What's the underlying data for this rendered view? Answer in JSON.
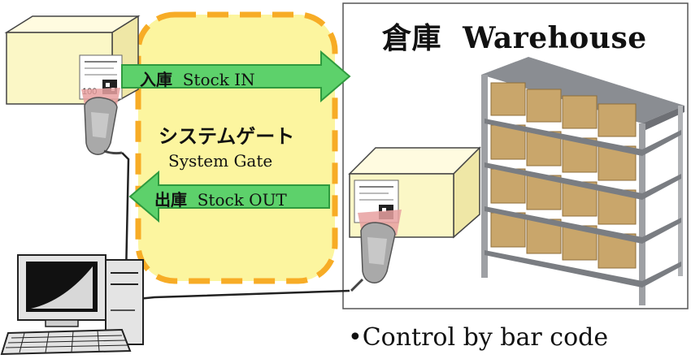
{
  "warehouse": {
    "title_jp": "倉庫",
    "title_en": "Warehouse"
  },
  "gate": {
    "label_jp": "システムゲート",
    "label_en": "System Gate"
  },
  "stock_in": {
    "label_jp": "入庫",
    "label_en": "Stock IN"
  },
  "stock_out": {
    "label_jp": "出庫",
    "label_en": "Stock OUT"
  },
  "tag": {
    "quantity": "100"
  },
  "bullet": {
    "text": "•Control by bar code"
  },
  "colors": {
    "box_fill": "#fbf7c6",
    "box_side": "#efe7a6",
    "gate_fill": "#fcf59a",
    "gate_border": "#f7a81b",
    "arrow_fill": "#5dd16b",
    "arrow_stroke": "#2e9a3e",
    "shelf_cardboard": "#c9a66b",
    "shelf_frame": "#8a8d92"
  }
}
